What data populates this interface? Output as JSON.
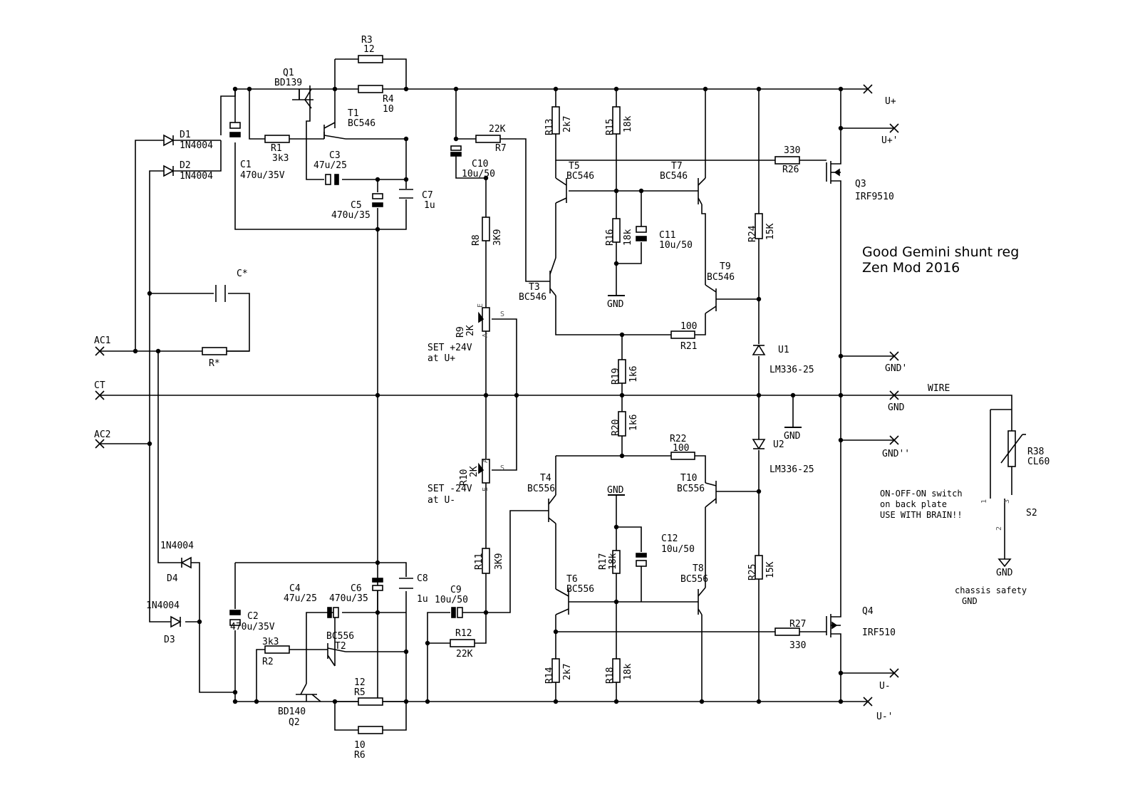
{
  "title": [
    "Good Gemini shunt reg",
    "Zen Mod 2016"
  ],
  "notes": {
    "set_pos": [
      "SET +24V",
      "at U+"
    ],
    "set_neg": [
      "SET -24V",
      "at U-"
    ],
    "switch_note": [
      "ON-OFF-ON switch",
      "on back plate",
      "USE WITH BRAIN!!"
    ],
    "chassis_note": [
      "chassis safety",
      "GND"
    ],
    "wire": "WIRE"
  },
  "terminals": {
    "ac1": "AC1",
    "ct": "CT",
    "ac2": "AC2",
    "u_plus": "U+",
    "u_plus2": "U+'",
    "gnd_prime": "GND'",
    "gnd": "GND",
    "gnd_dprime": "GND''",
    "u_minus": "U-",
    "u_minus2": "U-'"
  },
  "components": {
    "R3": [
      "R3",
      "12"
    ],
    "R4": [
      "R4",
      "10"
    ],
    "Q1": [
      "Q1",
      "BD139"
    ],
    "T1": [
      "T1",
      "BC546"
    ],
    "R1": [
      "R1",
      "3k3"
    ],
    "C1": [
      "C1",
      "470u/35V"
    ],
    "C3": [
      "C3",
      "47u/25"
    ],
    "C5": [
      "C5",
      "470u/35"
    ],
    "C7": [
      "C7",
      "1u"
    ],
    "D1": [
      "D1",
      "1N4004"
    ],
    "D2": [
      "D2",
      "1N4004"
    ],
    "D4": [
      "D4",
      "1N4004"
    ],
    "D3": [
      "D3",
      "1N4004"
    ],
    "Cx": [
      "C*"
    ],
    "Rx": [
      "R*"
    ],
    "R7": [
      "R7",
      "22K"
    ],
    "C10": [
      "C10",
      "10u/50"
    ],
    "R8": [
      "R8",
      "3K9"
    ],
    "R9": [
      "R9",
      "2K"
    ],
    "R10": [
      "R10",
      "2K"
    ],
    "R11": [
      "R11",
      "3K9"
    ],
    "C9": [
      "C9",
      "10u/50"
    ],
    "R12": [
      "R12",
      "22K"
    ],
    "R13": [
      "R13",
      "2k7"
    ],
    "R15": [
      "R15",
      "18k"
    ],
    "R16": [
      "R16",
      "18k"
    ],
    "C11": [
      "C11",
      "10u/50"
    ],
    "T5": [
      "T5",
      "BC546"
    ],
    "T7": [
      "T7",
      "BC546"
    ],
    "T3": [
      "T3",
      "BC546"
    ],
    "T9": [
      "T9",
      "BC546"
    ],
    "R21": [
      "R21",
      "100"
    ],
    "R19": [
      "R19",
      "1k6"
    ],
    "R20": [
      "R20",
      "1k6"
    ],
    "R22": [
      "R22",
      "100"
    ],
    "T4": [
      "T4",
      "BC556"
    ],
    "T10": [
      "T10",
      "BC556"
    ],
    "R17": [
      "R17",
      "18k"
    ],
    "C12": [
      "C12",
      "10u/50"
    ],
    "T6": [
      "T6",
      "BC556"
    ],
    "T8": [
      "T8",
      "BC556"
    ],
    "R14": [
      "R14",
      "2k7"
    ],
    "R18": [
      "R18",
      "18k"
    ],
    "R24": [
      "R24",
      "15K"
    ],
    "R25": [
      "R25",
      "15K"
    ],
    "U1": [
      "U1",
      "LM336-25"
    ],
    "U2": [
      "U2",
      "LM336-25"
    ],
    "R26": [
      "R26",
      "330"
    ],
    "Q3": [
      "Q3",
      "IRF9510"
    ],
    "R27": [
      "R27",
      "330"
    ],
    "Q4": [
      "Q4",
      "IRF510"
    ],
    "R38": [
      "R38",
      "CL60"
    ],
    "S2": [
      "S2"
    ],
    "C2": [
      "C2",
      "470u/35V"
    ],
    "C4": [
      "C4",
      "47u/25"
    ],
    "C6": [
      "C6",
      "470u/35"
    ],
    "C8": [
      "C8",
      "1u"
    ],
    "R2": [
      "R2",
      "3k3"
    ],
    "T2": [
      "T2",
      "BC556"
    ],
    "R5": [
      "R5",
      "12"
    ],
    "R6": [
      "R6",
      "10"
    ],
    "Q2": [
      "Q2",
      "BD140"
    ]
  },
  "pins": {
    "s": "S",
    "a": "A",
    "e": "E",
    "one": "1",
    "two": "2",
    "three": "3"
  },
  "gnd_label": "GND"
}
